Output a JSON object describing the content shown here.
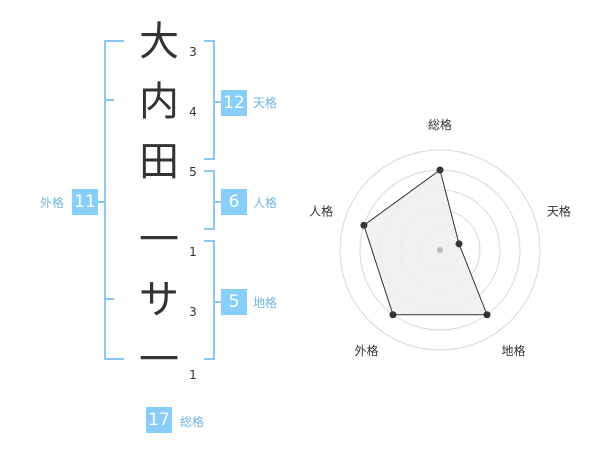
{
  "name": {
    "characters": [
      {
        "char": "大",
        "strokes": "3"
      },
      {
        "char": "内",
        "strokes": "4"
      },
      {
        "char": "田",
        "strokes": "5"
      },
      {
        "char": "一",
        "strokes": "1"
      },
      {
        "char": "サ",
        "strokes": "3"
      },
      {
        "char": "一",
        "strokes": "1"
      }
    ]
  },
  "fortunes": {
    "tenkaku": {
      "value": "12",
      "label": "天格"
    },
    "jinkaku": {
      "value": "6",
      "label": "人格"
    },
    "chikaku": {
      "value": "5",
      "label": "地格"
    },
    "gaikaku": {
      "value": "11",
      "label": "外格"
    },
    "soukaku": {
      "value": "17",
      "label": "総格"
    }
  },
  "chart_data": {
    "type": "radar",
    "axes": [
      "総格",
      "天格",
      "地格",
      "外格",
      "人格"
    ],
    "values": [
      4,
      1,
      4,
      4,
      4
    ],
    "range": [
      0,
      5
    ],
    "rings": 5,
    "grid": true,
    "colors": {
      "fill": "#efefef",
      "ring": "#d8d8d8",
      "line": "#333333",
      "point": "#333333"
    }
  },
  "colors": {
    "accent": "#87cefa",
    "bracket": "#8ec8f0",
    "label": "#70b4e0"
  }
}
